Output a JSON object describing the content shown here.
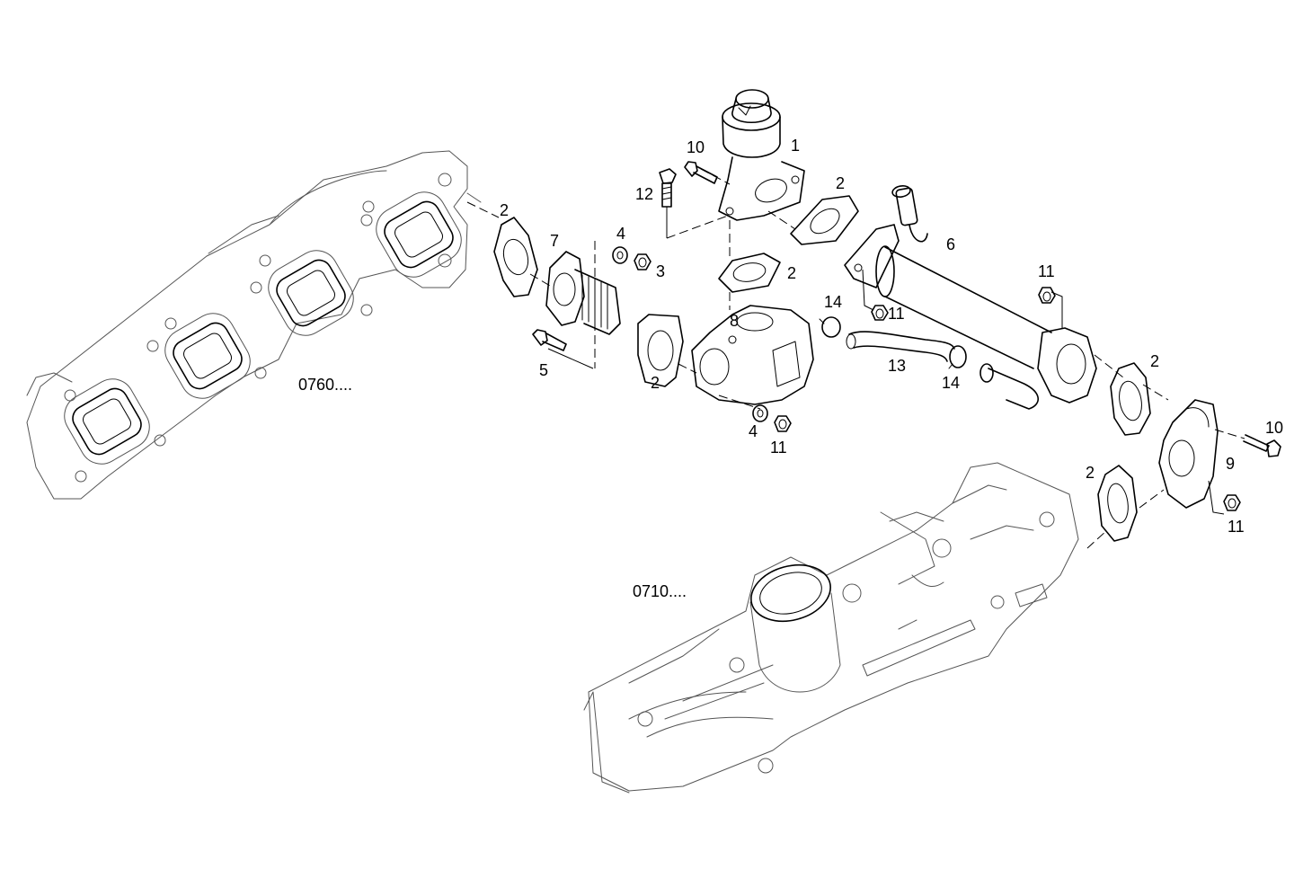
{
  "callouts": {
    "c1": "1",
    "c2a": "2",
    "c2b": "2",
    "c2c": "2",
    "c2d": "2",
    "c2e": "2",
    "c2f": "2",
    "c3": "3",
    "c4a": "4",
    "c4b": "4",
    "c5": "5",
    "c6": "6",
    "c7": "7",
    "c8": "8",
    "c9": "9",
    "c10a": "10",
    "c10b": "10",
    "c11a": "11",
    "c11b": "11",
    "c11c": "11",
    "c11d": "11",
    "c12": "12",
    "c13": "13",
    "c14a": "14",
    "c14b": "14"
  },
  "references": {
    "exhaust_manifold": "0760....",
    "intake_manifold": "0710...."
  }
}
